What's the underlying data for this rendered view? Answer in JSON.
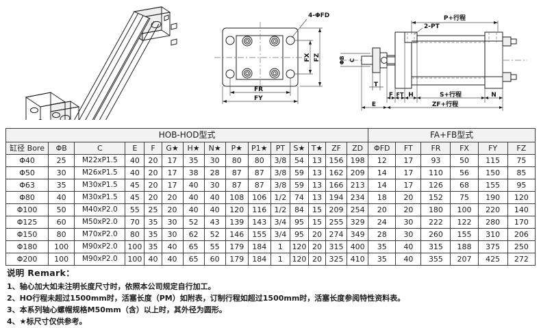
{
  "drawings": {
    "iso_view": {
      "name": "hydraulic-cylinder-isometric"
    },
    "flange_view": {
      "hole_callout": "4-ΦFD",
      "dim_fr": "FR",
      "dim_fy": "FY",
      "dim_fx": "FX",
      "dim_fz": "FZ"
    },
    "side_view": {
      "dim_p": "P+行程",
      "dim_port": "2-PT",
      "dim_zf": "ZF+行程",
      "dim_s": "S+行程",
      "dim_e": "E",
      "dim_f": "F",
      "dim_ft": "FT",
      "dim_h": "H",
      "dim_n": "N",
      "dim_t": "T",
      "dim_phib": "ΦB",
      "dim_c": "C"
    }
  },
  "table": {
    "groups": [
      {
        "label": "HOB-HOD型式",
        "span": 15
      },
      {
        "label": "FA+FB型式",
        "span": 6
      }
    ],
    "headers": [
      "缸径 Bore",
      "ΦB",
      "C",
      "E",
      "F",
      "G★",
      "H★",
      "N★",
      "P★",
      "P1★",
      "PT",
      "S★",
      "T★",
      "ZF",
      "ZD",
      "ΦFD",
      "FT",
      "FR",
      "FX",
      "FY",
      "FZ"
    ],
    "rows": [
      [
        "Φ40",
        "25",
        "M22xP1.5",
        "40",
        "20",
        "17",
        "35",
        "30",
        "80",
        "80",
        "3/8",
        "54",
        "13",
        "156",
        "198",
        "12",
        "17",
        "93",
        "50",
        "115",
        "75"
      ],
      [
        "Φ50",
        "30",
        "M26xP1.5",
        "40",
        "20",
        "17",
        "38",
        "28",
        "87",
        "87",
        "3/8",
        "59",
        "13",
        "162",
        "209",
        "14",
        "17",
        "110",
        "56",
        "150",
        "85"
      ],
      [
        "Φ63",
        "35",
        "M30xP1.5",
        "45",
        "20",
        "17",
        "40",
        "30",
        "87",
        "87",
        "3/8",
        "59",
        "13",
        "166",
        "213",
        "14",
        "17",
        "126",
        "68",
        "155",
        "95"
      ],
      [
        "Φ80",
        "40",
        "M30xP1.5",
        "45",
        "20",
        "20",
        "40",
        "40",
        "108",
        "106",
        "1/2",
        "74",
        "13",
        "194",
        "234",
        "18",
        "20",
        "152",
        "75",
        "190",
        "120"
      ],
      [
        "Φ100",
        "50",
        "M40xP2.0",
        "55",
        "25",
        "20",
        "40",
        "40",
        "120",
        "116",
        "1/2",
        "84",
        "15",
        "209",
        "254",
        "20",
        "20",
        "180",
        "100",
        "220",
        "140"
      ],
      [
        "Φ125",
        "60",
        "M50xP2.0",
        "70",
        "35",
        "30",
        "52",
        "43",
        "139",
        "143",
        "3/4",
        "95",
        "15",
        "255",
        "329",
        "24",
        "30",
        "222",
        "122",
        "280",
        "170"
      ],
      [
        "Φ150",
        "80",
        "M70xP2.0",
        "80",
        "35",
        "30",
        "62",
        "52",
        "146",
        "155",
        "3/4",
        "95",
        "20",
        "274",
        "349",
        "28",
        "30",
        "260",
        "155",
        "310",
        "206"
      ],
      [
        "Φ180",
        "100",
        "M90xP2.0",
        "100",
        "35",
        "40",
        "65",
        "55",
        "179",
        "184",
        "1",
        "120",
        "20",
        "315",
        "400",
        "35",
        "40",
        "315",
        "188",
        "375",
        "250"
      ],
      [
        "Φ200",
        "100",
        "M90xP2.0",
        "100",
        "40",
        "40",
        "65",
        "60",
        "179",
        "184",
        "1",
        "120",
        "20",
        "325",
        "410",
        "35",
        "40",
        "355",
        "207",
        "425",
        "272"
      ]
    ]
  },
  "remark": {
    "title": "说明 Remark：",
    "lines": [
      "1、轴心加大如未注明长度尺寸时，依照本公司规定自行加工。",
      "2、HO行程未超过1500mm时，活塞长度（PM）如附表，订制行程如超过1500mm时，活塞长度参阅特性资料表。",
      "3、本系列轴心螺帽规格M50mm（含）以上时，其外径为圆形。",
      "4、★标尺寸仅供参考。"
    ]
  },
  "colors": {
    "line": "#1a1a1a",
    "dim": "#4a4a4a",
    "header_bg": "#f2f2f2"
  }
}
